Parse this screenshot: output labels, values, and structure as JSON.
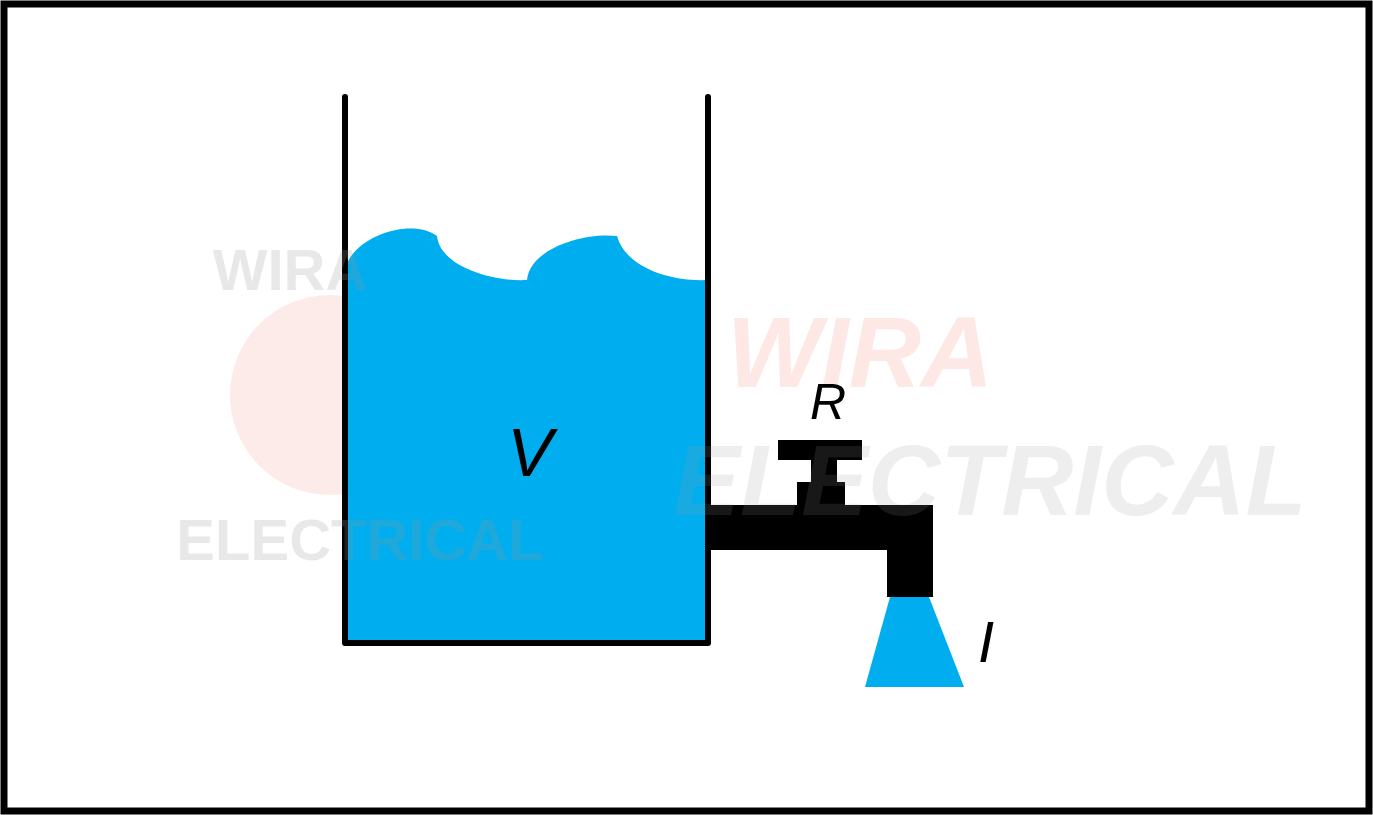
{
  "diagram": {
    "labels": [
      "WIRA",
      "ELECTRICAL",
      "WIRA",
      "ELECTRICAL",
      "V",
      "R",
      "I"
    ]
  }
}
